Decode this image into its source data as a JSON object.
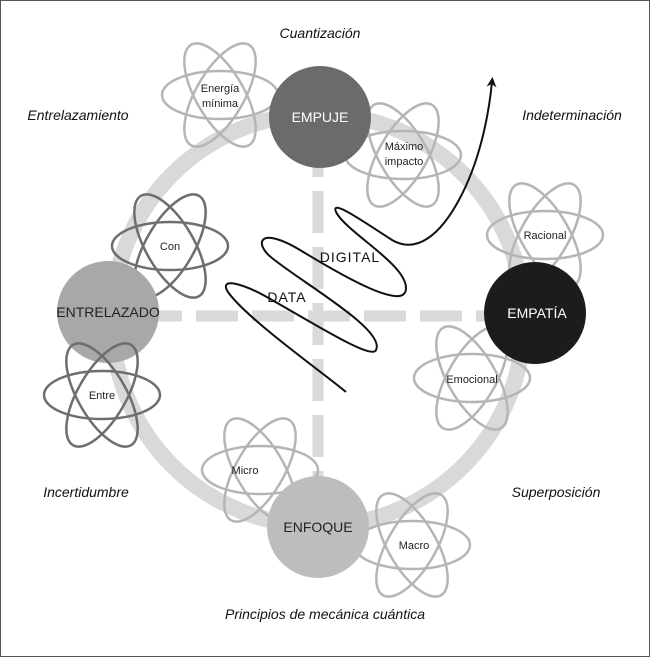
{
  "labels": {
    "top": "Cuantización",
    "top_left": "Entrelazamiento",
    "top_right": "Indeterminación",
    "bottom_left": "Incertidumbre",
    "bottom_right": "Superposición",
    "caption": "Principios de mecánica cuántica"
  },
  "nodes": {
    "empuje": "EMPUJE",
    "empatia": "EMPATÍA",
    "enfoque": "ENFOQUE",
    "entrelazado": "ENTRELAZADO"
  },
  "atoms": {
    "energia_1": "Energía",
    "energia_2": "mínima",
    "maximo_1": "Máximo",
    "maximo_2": "impacto",
    "racional": "Racional",
    "emocional": "Emocional",
    "con": "Con",
    "entre": "Entre",
    "micro": "Micro",
    "macro": "Macro"
  },
  "wave": {
    "digital": "DIGITAL",
    "data": "DATA"
  },
  "colors": {
    "ring": "#d9d9d9",
    "empuje": "#6b6b6b",
    "empatia": "#1c1c1c",
    "enfoque": "#bdbdbd",
    "entrelazado": "#a8a8a8",
    "atom_light": "#b5b5b5",
    "atom_dark": "#6e6e6e"
  }
}
